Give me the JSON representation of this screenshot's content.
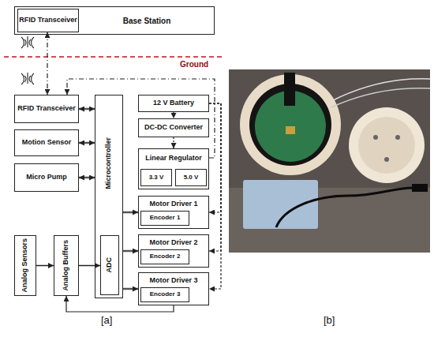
{
  "diagram": {
    "nodes": [
      {
        "text": [
          "Base Station"
        ]
      },
      {
        "text": [
          "RFID Transceiver"
        ],
        "in": 0
      },
      {
        "text": [
          "RFID Transceiver"
        ]
      },
      {
        "text": [
          "Motion Sensor"
        ]
      },
      {
        "text": [
          "Micro Pump"
        ]
      },
      {
        "text": [
          "Microcontroller"
        ]
      },
      {
        "text": [
          "ADC"
        ],
        "in": 5
      },
      {
        "text": [
          "12 V Battery"
        ]
      },
      {
        "text": [
          "DC-DC Converter"
        ]
      },
      {
        "text": [
          "Linear Regulator"
        ]
      },
      {
        "text": [
          "3.3 V"
        ],
        "in": 9
      },
      {
        "text": [
          "5.0 V"
        ],
        "in": 9
      },
      {
        "text": [
          "Motor Driver 1"
        ]
      },
      {
        "text": [
          "Encoder 1"
        ],
        "in": 12
      },
      {
        "text": [
          "Motor Driver 2"
        ]
      },
      {
        "text": [
          "Encoder 2"
        ],
        "in": 14
      },
      {
        "text": [
          "Motor Driver 3"
        ]
      },
      {
        "text": [
          "Encoder 3"
        ],
        "in": 16
      },
      {
        "text": [
          "Analog Sensors"
        ]
      },
      {
        "text": [
          "Analog Buffers"
        ]
      }
    ],
    "edges": [
      {
        "from": 1,
        "to": 2,
        "arrow": "both"
      },
      {
        "from": 2,
        "to": 5,
        "arrow": "both"
      },
      {
        "from": 3,
        "to": 5,
        "arrow": "both"
      },
      {
        "from": 4,
        "to": 5,
        "arrow": "both"
      },
      {
        "from": 18,
        "to": 19,
        "arrow": "to"
      },
      {
        "from": 19,
        "to": 6,
        "arrow": "to"
      },
      {
        "from": 5,
        "to": 12,
        "arrow": "to"
      },
      {
        "from": 5,
        "to": 14,
        "arrow": "to"
      },
      {
        "from": 5,
        "to": 16,
        "arrow": "to"
      },
      {
        "from": 7,
        "to": 8,
        "arrow": "to"
      },
      {
        "from": 8,
        "to": 9,
        "arrow": "to"
      },
      {
        "from": 7,
        "to": 12,
        "arrow": "to"
      },
      {
        "from": 7,
        "to": 14,
        "arrow": "to"
      },
      {
        "from": 7,
        "to": 16,
        "arrow": "to"
      },
      {
        "from": 9,
        "to": 2,
        "arrow": "to"
      },
      {
        "from": 16,
        "to": 19,
        "arrow": "to"
      }
    ],
    "labels": [
      "Ground",
      "[a]",
      "[b]"
    ]
  }
}
